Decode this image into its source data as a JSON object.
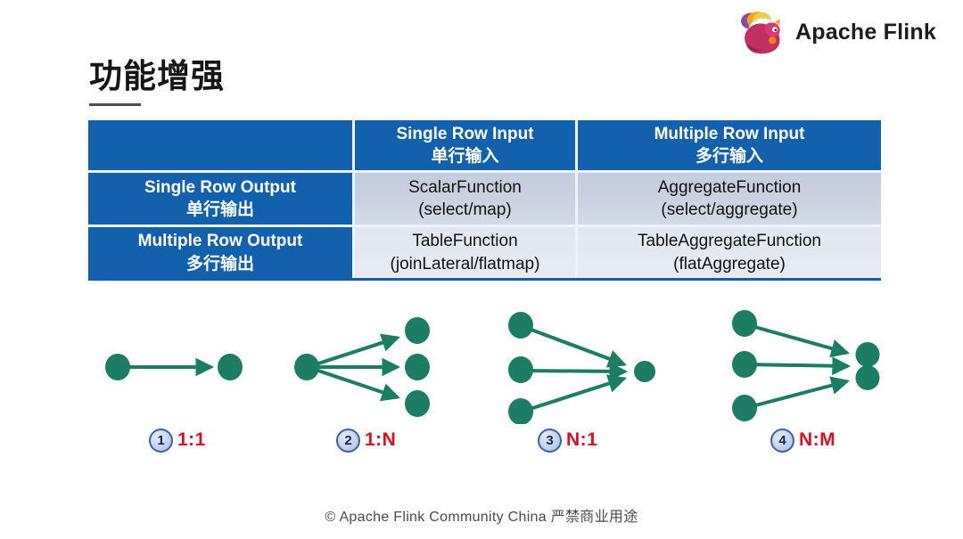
{
  "slide": {
    "title": "功能增强",
    "footer": "© Apache Flink Community China  严禁商业用途"
  },
  "logo": {
    "text": "Apache Flink",
    "icon": "flink-squirrel"
  },
  "table": {
    "col_headers": [
      {
        "en": "Single Row Input",
        "zh": "单行输入"
      },
      {
        "en": "Multiple Row Input",
        "zh": "多行输入"
      }
    ],
    "rows": [
      {
        "header": {
          "en": "Single Row Output",
          "zh": "单行输出"
        },
        "cells": [
          {
            "line1": "ScalarFunction",
            "line2": "(select/map)"
          },
          {
            "line1": "AggregateFunction",
            "line2": "(select/aggregate)"
          }
        ]
      },
      {
        "header": {
          "en": "Multiple Row Output",
          "zh": "多行输出"
        },
        "cells": [
          {
            "line1": "TableFunction",
            "line2": "(joinLateral/flatmap)"
          },
          {
            "line1": "TableAggregateFunction",
            "line2": "(flatAggregate)"
          }
        ]
      }
    ]
  },
  "diagrams": [
    {
      "number": "1",
      "label": "1:1",
      "sources": 1,
      "targets": 1
    },
    {
      "number": "2",
      "label": "1:N",
      "sources": 1,
      "targets": 3
    },
    {
      "number": "3",
      "label": "N:1",
      "sources": 3,
      "targets": 1
    },
    {
      "number": "4",
      "label": "N:M",
      "sources": 3,
      "targets": 2
    }
  ],
  "colors": {
    "table_blue": "#1361ad",
    "row_light": "#c9d1e1",
    "row_lighter": "#e7ebf3",
    "dot_green": "#1d7c64",
    "label_red": "#d61120",
    "badge_fill": "#b9cbf0",
    "badge_border": "#44609f"
  }
}
